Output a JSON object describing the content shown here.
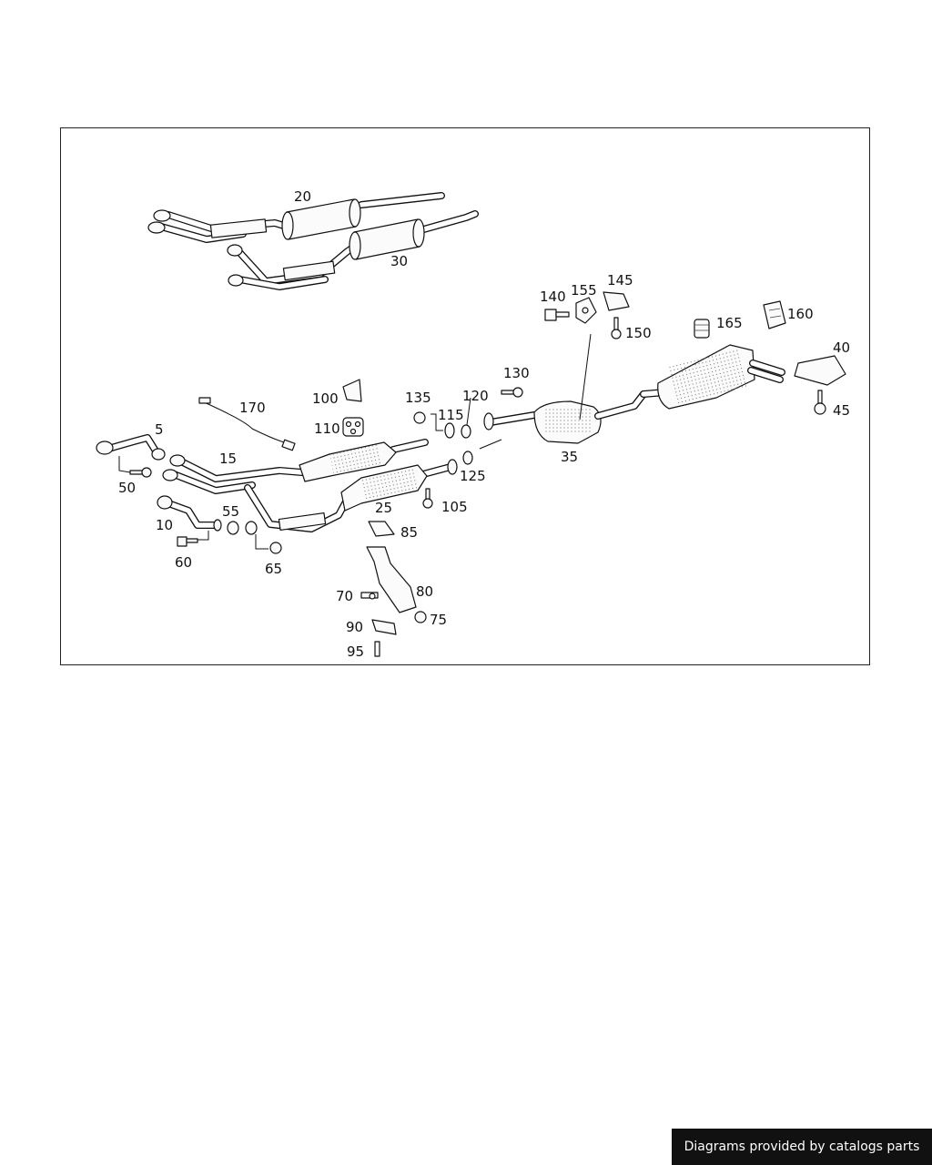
{
  "diagram": {
    "callouts": [
      "5",
      "10",
      "15",
      "20",
      "25",
      "30",
      "35",
      "40",
      "45",
      "50",
      "55",
      "60",
      "65",
      "70",
      "75",
      "80",
      "85",
      "90",
      "95",
      "100",
      "105",
      "110",
      "115",
      "120",
      "125",
      "130",
      "135",
      "140",
      "145",
      "150",
      "155",
      "160",
      "165",
      "170"
    ]
  },
  "footer": {
    "credit": "Diagrams provided by catalogs parts"
  }
}
